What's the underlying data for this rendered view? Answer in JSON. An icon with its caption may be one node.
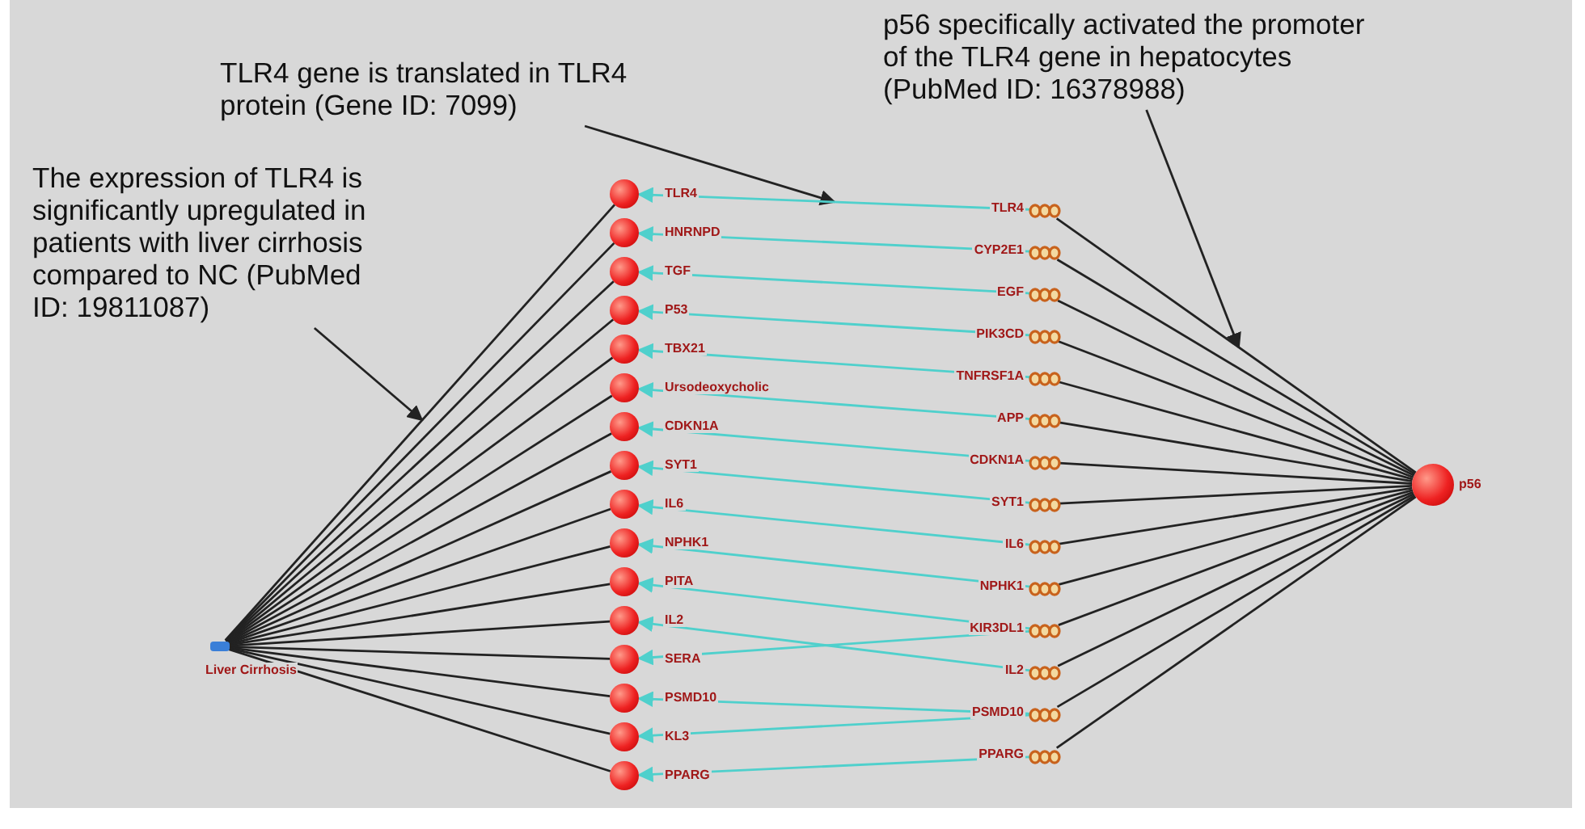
{
  "diagram": {
    "nodes": [
      {
        "text": [
          "The expression of TLR4 is significantly upregulated in patients with liver cirrhosis compared to NC (PubMed ID: 19811087)"
        ]
      },
      {
        "text": [
          "TLR4 gene is translated in TLR4 protein (Gene ID: 7099)"
        ]
      },
      {
        "text": [
          "p56 specifically activated the promoter of the TLR4 gene in hepatocytes (PubMed ID: 16378988)"
        ]
      },
      {
        "text": [
          "p56"
        ]
      },
      {
        "text": [
          "Liver Cirrhosis"
        ]
      },
      {
        "text": [
          "TLR4"
        ]
      },
      {
        "text": [
          "CYP2E1"
        ]
      },
      {
        "text": [
          "CDKN1A"
        ]
      },
      {
        "text": [
          "IL2"
        ]
      },
      {
        "text": [
          "EGF"
        ]
      },
      {
        "text": [
          "IL6"
        ]
      },
      {
        "text": [
          "APP"
        ]
      },
      {
        "text": [
          "PIK3CD"
        ]
      },
      {
        "text": [
          "TNFRSF1A"
        ]
      },
      {
        "text": [
          "KIR3DL1"
        ]
      },
      {
        "text": [
          "SYT1"
        ]
      },
      {
        "text": [
          "NPHK1"
        ]
      },
      {
        "text": [
          "PSMD10"
        ]
      },
      {
        "text": [
          "PPARG"
        ]
      },
      {
        "text": [
          "TLR4"
        ]
      },
      {
        "text": [
          "HNRNPD"
        ]
      },
      {
        "text": [
          "TGF"
        ]
      },
      {
        "text": [
          "P53"
        ]
      },
      {
        "text": [
          "TBX21"
        ]
      },
      {
        "text": [
          "Ursodeoxycholic"
        ]
      },
      {
        "text": [
          "CDKN1A"
        ]
      },
      {
        "text": [
          "SYT1"
        ]
      },
      {
        "text": [
          "IL6"
        ]
      },
      {
        "text": [
          "NPHK1"
        ]
      },
      {
        "text": [
          "PITA"
        ]
      },
      {
        "text": [
          "IL2"
        ]
      },
      {
        "text": [
          "SERA"
        ]
      },
      {
        "text": [
          "PSMD10"
        ]
      },
      {
        "text": [
          "KL3"
        ]
      },
      {
        "text": [
          "PPARG"
        ]
      }
    ],
    "edges": [
      {
        "from": 0,
        "to": null,
        "arrow": "to"
      },
      {
        "from": 1,
        "to": null,
        "arrow": "to"
      },
      {
        "from": 2,
        "to": null,
        "arrow": "to"
      },
      {
        "from": 3,
        "to": 5,
        "arrow": "none"
      },
      {
        "from": 3,
        "to": 6,
        "arrow": "none"
      },
      {
        "from": 3,
        "to": 7,
        "arrow": "none"
      },
      {
        "from": 3,
        "to": 8,
        "arrow": "none"
      },
      {
        "from": 3,
        "to": 9,
        "arrow": "none"
      },
      {
        "from": 3,
        "to": 10,
        "arrow": "none"
      },
      {
        "from": 3,
        "to": 11,
        "arrow": "none"
      },
      {
        "from": 3,
        "to": 12,
        "arrow": "none"
      },
      {
        "from": 3,
        "to": 13,
        "arrow": "none"
      },
      {
        "from": 3,
        "to": 14,
        "arrow": "none"
      },
      {
        "from": 3,
        "to": 15,
        "arrow": "none"
      },
      {
        "from": 3,
        "to": 16,
        "arrow": "none"
      },
      {
        "from": 3,
        "to": 17,
        "arrow": "none"
      },
      {
        "from": 3,
        "to": 18,
        "arrow": "none"
      },
      {
        "from": 5,
        "to": 19,
        "arrow": "to",
        "color": "#4fd0cc"
      },
      {
        "from": 6,
        "to": 20,
        "arrow": "to",
        "color": "#4fd0cc"
      },
      {
        "from": 7,
        "to": 25,
        "arrow": "to",
        "color": "#4fd0cc"
      },
      {
        "from": 8,
        "to": 30,
        "arrow": "to",
        "color": "#4fd0cc"
      },
      {
        "from": 9,
        "to": 21,
        "arrow": "to",
        "color": "#4fd0cc"
      },
      {
        "from": 10,
        "to": 27,
        "arrow": "to",
        "color": "#4fd0cc"
      },
      {
        "from": 11,
        "to": 24,
        "arrow": "to",
        "color": "#4fd0cc"
      },
      {
        "from": 12,
        "to": 22,
        "arrow": "to",
        "color": "#4fd0cc"
      },
      {
        "from": 13,
        "to": 23,
        "arrow": "to",
        "color": "#4fd0cc"
      },
      {
        "from": 14,
        "to": 29,
        "arrow": "to",
        "color": "#4fd0cc"
      },
      {
        "from": 15,
        "to": 26,
        "arrow": "to",
        "color": "#4fd0cc"
      },
      {
        "from": 16,
        "to": 28,
        "arrow": "to",
        "color": "#4fd0cc"
      },
      {
        "from": 17,
        "to": 32,
        "arrow": "to",
        "color": "#4fd0cc"
      },
      {
        "from": 17,
        "to": 33,
        "arrow": "to",
        "color": "#4fd0cc"
      },
      {
        "from": 18,
        "to": 34,
        "arrow": "to",
        "color": "#4fd0cc"
      },
      {
        "from": 14,
        "to": 31,
        "arrow": "to",
        "color": "#4fd0cc"
      },
      {
        "from": 19,
        "to": 4,
        "arrow": "none"
      },
      {
        "from": 20,
        "to": 4,
        "arrow": "none"
      },
      {
        "from": 21,
        "to": 4,
        "arrow": "none"
      },
      {
        "from": 22,
        "to": 4,
        "arrow": "none"
      },
      {
        "from": 23,
        "to": 4,
        "arrow": "none"
      },
      {
        "from": 24,
        "to": 4,
        "arrow": "none"
      },
      {
        "from": 25,
        "to": 4,
        "arrow": "none"
      },
      {
        "from": 26,
        "to": 4,
        "arrow": "none"
      },
      {
        "from": 27,
        "to": 4,
        "arrow": "none"
      },
      {
        "from": 28,
        "to": 4,
        "arrow": "none"
      },
      {
        "from": 29,
        "to": 4,
        "arrow": "none"
      },
      {
        "from": 30,
        "to": 4,
        "arrow": "none"
      },
      {
        "from": 31,
        "to": 4,
        "arrow": "none"
      },
      {
        "from": 32,
        "to": 4,
        "arrow": "none"
      },
      {
        "from": 33,
        "to": 4,
        "arrow": "none"
      },
      {
        "from": 34,
        "to": 4,
        "arrow": "none"
      }
    ]
  }
}
